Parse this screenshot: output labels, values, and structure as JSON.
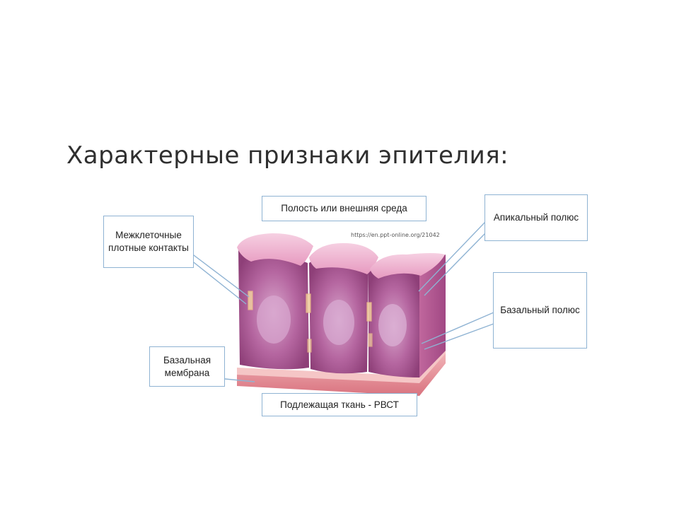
{
  "slide": {
    "title": "Характерные признаки эпителия:"
  },
  "image": {
    "credit": "https://en.ppt-online.org/21042"
  },
  "labels": {
    "cavity": "Полость или внешняя среда",
    "tight_junctions": "Межклеточные плотные контакты",
    "apical_pole": "Апикальный полюс",
    "basal_pole": "Базальный полюс",
    "basement_membrane": "Базальная мембрана",
    "underlying_tissue": "Подлежащая ткань - РВСТ"
  },
  "colors": {
    "box_border": "#8fb3d3",
    "leader_line": "#8fb3d3",
    "cell_fill": "#b0558f",
    "cell_apical": "#eeb3cf",
    "membrane": "#e07f91"
  }
}
